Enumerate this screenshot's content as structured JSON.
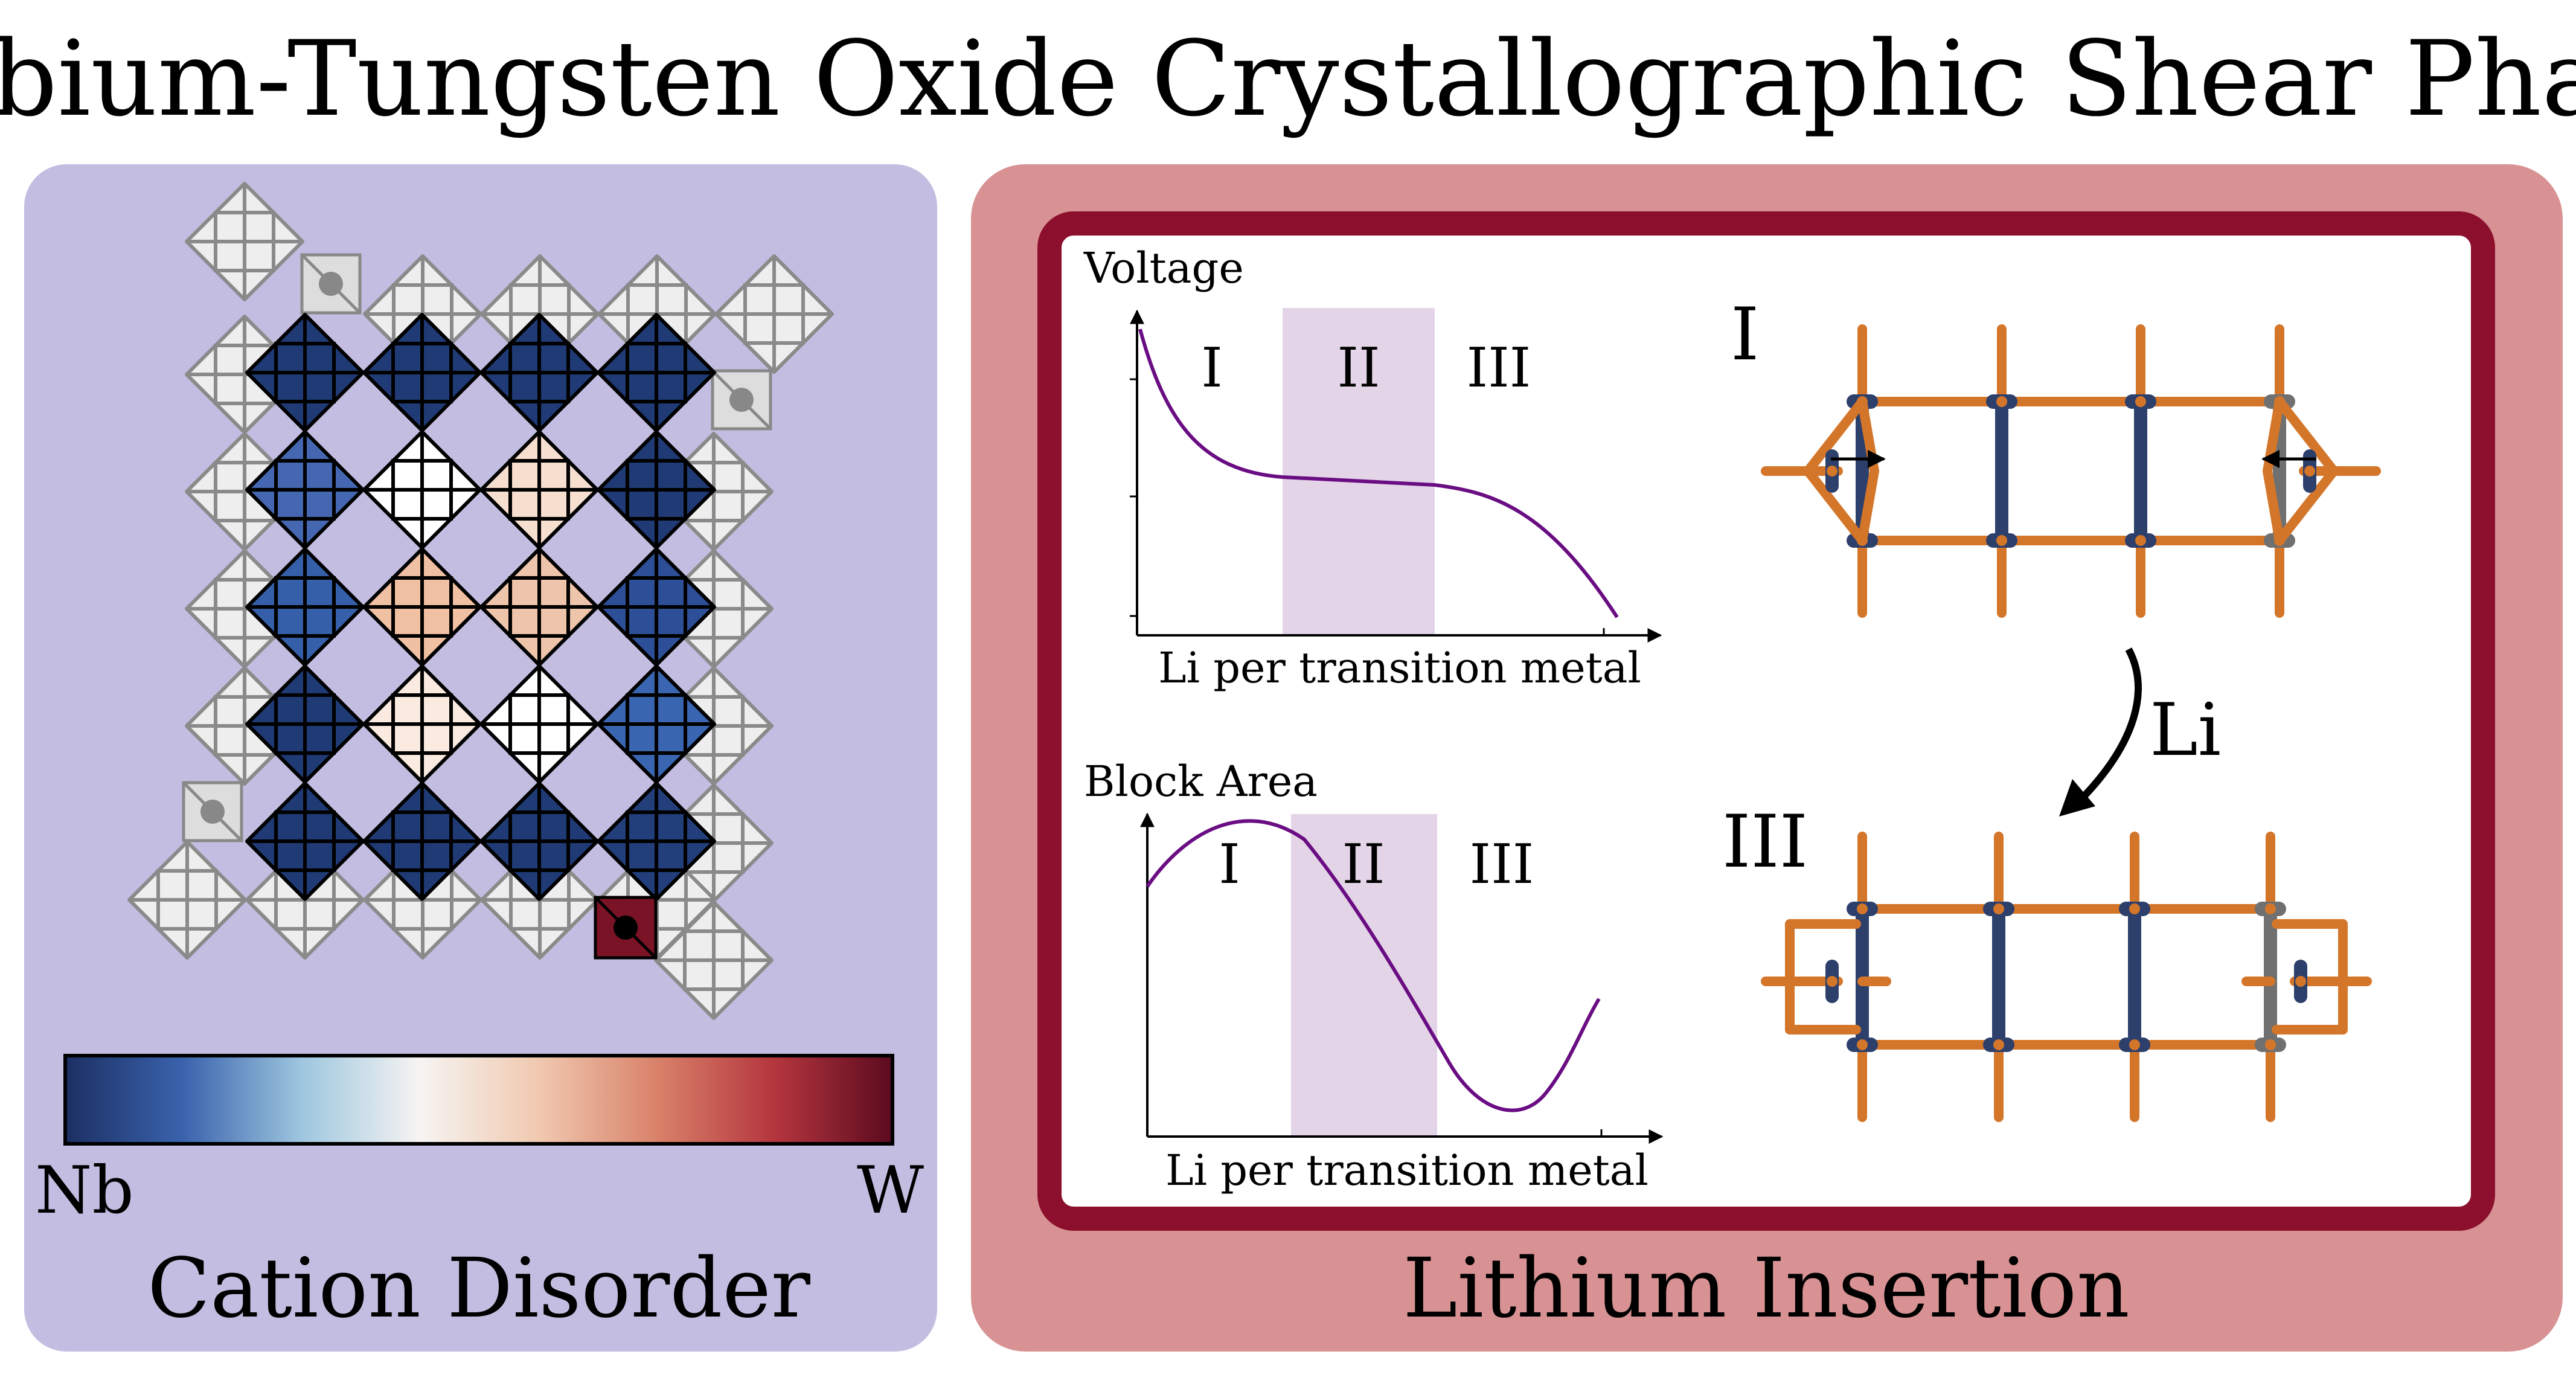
{
  "title": "Niobium-Tungsten Oxide Crystallographic Shear Phases",
  "left_panel": {
    "caption": "Cation Disorder",
    "colorbar": {
      "min_label": "Nb",
      "max_label": "W",
      "colors": [
        "#1c2f63",
        "#3a63ad",
        "#9ec6df",
        "#f6f4f2",
        "#f0c9b0",
        "#d9826a",
        "#b4363e",
        "#5c0a1f"
      ]
    },
    "block_colors": [
      [
        "#1f3a75",
        "#1f3a75",
        "#1f3a75",
        "#1f3a75"
      ],
      [
        "#4566b1",
        "#ffffff",
        "#f7dfd0",
        "#1f3a75"
      ],
      [
        "#365fa9",
        "#f0c0a3",
        "#eec4ab",
        "#2c4f97"
      ],
      [
        "#1f3a75",
        "#faeae0",
        "#ffffff",
        "#3a65b0"
      ],
      [
        "#1f3a75",
        "#1f3a75",
        "#1f3a75",
        "#223f7c"
      ]
    ],
    "edge_tile_color": "#eeeeee",
    "tetra_color": "#dddddd",
    "tetra_highlight_color": "#7a1326"
  },
  "right_panel": {
    "caption": "Lithium Insertion",
    "voltage_plot": {
      "ylabel": "Voltage",
      "xlabel": "Li per transition metal",
      "regions": [
        "I",
        "II",
        "III"
      ]
    },
    "area_plot": {
      "ylabel": "Block Area",
      "xlabel": "Li per transition metal",
      "regions": [
        "I",
        "II",
        "III"
      ]
    },
    "structure_labels": {
      "top": "I",
      "bottom": "III",
      "arrow": "Li"
    },
    "colors": {
      "bond": "#d4762a",
      "metal": "#2d3f6b",
      "metal_grey": "#707070",
      "curve": "#6a0d83",
      "shade": "#e3d4e7"
    }
  },
  "colors": {
    "left_bg": "#c3bee1",
    "right_bg": "#d89293",
    "frame": "#8c0f2e",
    "axis": "#000000"
  }
}
